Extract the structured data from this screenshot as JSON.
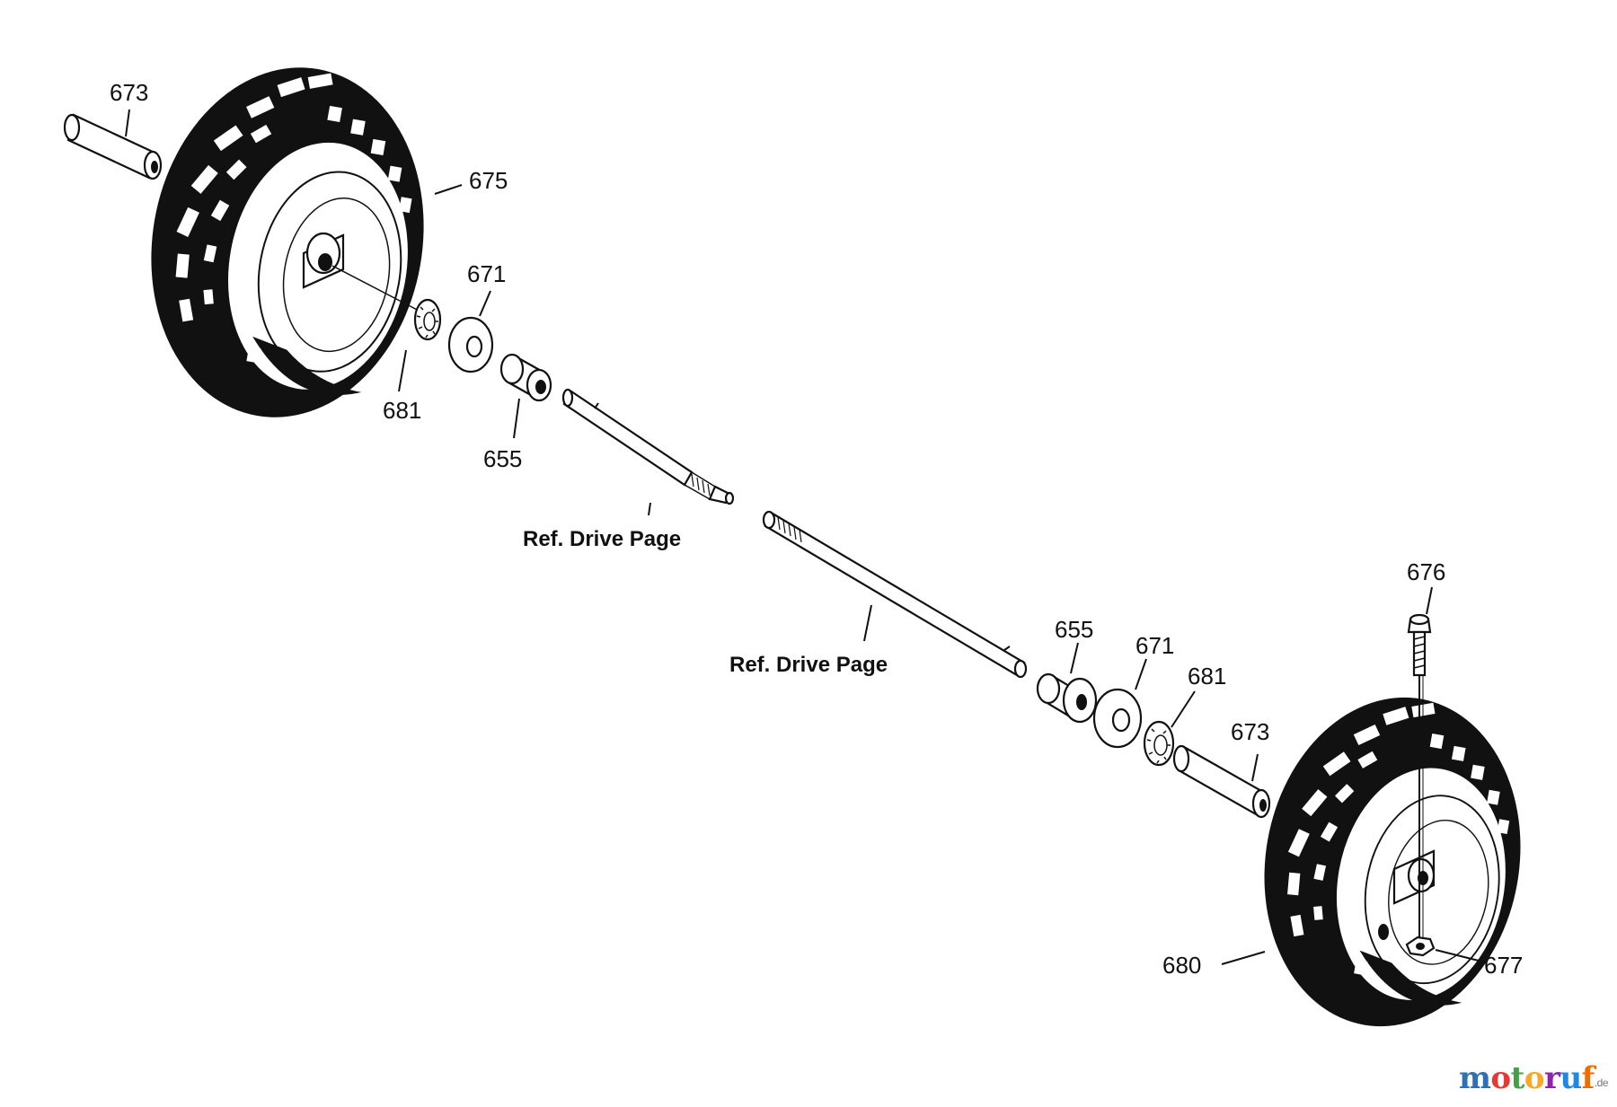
{
  "callouts": {
    "l673a": "673",
    "l675": "675",
    "l671a": "671",
    "l681a": "681",
    "l655a": "655",
    "l676": "676",
    "l655b": "655",
    "l671b": "671",
    "l681b": "681",
    "l673b": "673",
    "l680": "680",
    "l677": "677"
  },
  "references": {
    "upper": "Ref. Drive Page",
    "lower": "Ref. Drive Page"
  },
  "watermark": {
    "m1": "m",
    "o1": "o",
    "t": "t",
    "o2": "o",
    "r": "r",
    "u": "u",
    "f": "f",
    "suffix": ".de",
    "colors": [
      "#2e6fb5",
      "#e53935",
      "#43a047",
      "#f9a825",
      "#8e24aa",
      "#1e88e5",
      "#ef6c00"
    ]
  }
}
